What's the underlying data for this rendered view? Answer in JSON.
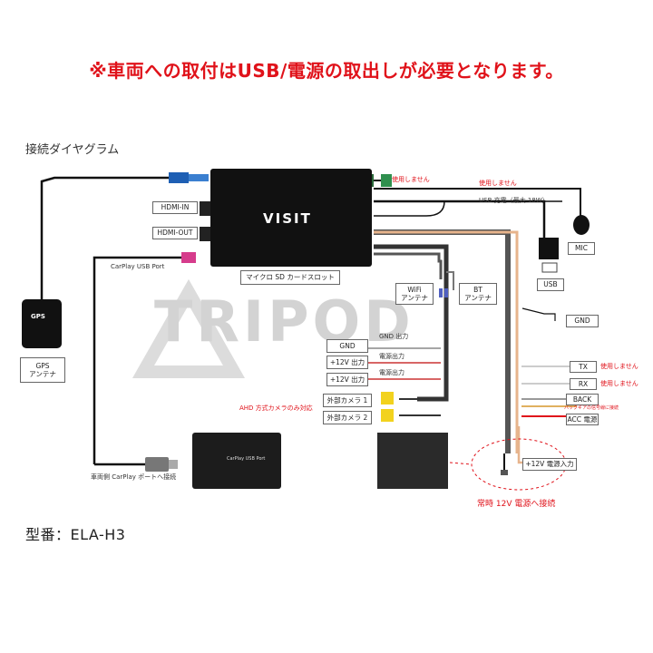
{
  "notice": "※車両への取付はUSB/電源の取出しが必要となります。",
  "heading": "接続ダイヤグラム",
  "model": "型番：ELA-H3",
  "unit": {
    "brand": "VISIT",
    "sd_label": "マイクロ SD カードスロット"
  },
  "gps": {
    "module_text": "GPS",
    "label_line1": "GPS",
    "label_line2": "アンテナ"
  },
  "hdmi": {
    "in": "HDMI-IN",
    "out": "HDMI-OUT"
  },
  "carplay_usb_port": "CarPlay USB Port",
  "carplay_connect": "車両側 CarPlay ポートへ接続",
  "watermark": "TRIPOD",
  "wifi": {
    "line1": "WiFi",
    "line2": "アンテナ"
  },
  "bt": {
    "line1": "BT",
    "line2": "アンテナ"
  },
  "unused": "使用しません",
  "usb_power": "USB 充電（最大 18W）",
  "mic": "MIC",
  "usb": "USB",
  "gnd_right": "GND",
  "power_rows": [
    {
      "box": "GND",
      "label": "GND 出力"
    },
    {
      "box": "+12V 出力",
      "label": "電源出力"
    },
    {
      "box": "+12V 出力",
      "label": "電源出力"
    }
  ],
  "ahd_note": "AHD 方式カメラのみ対応",
  "ext_cam1": "外部カメラ 1",
  "ext_cam2": "外部カメラ 2",
  "tx": "TX",
  "rx": "RX",
  "back": "BACK",
  "back_note": "バックギアの信号線に接続",
  "acc": "ACC 電源",
  "power12": "+12V 電源入力",
  "constant12": "常時 12V 電源へ接続",
  "photo_header": "CarPlay USB Port"
}
